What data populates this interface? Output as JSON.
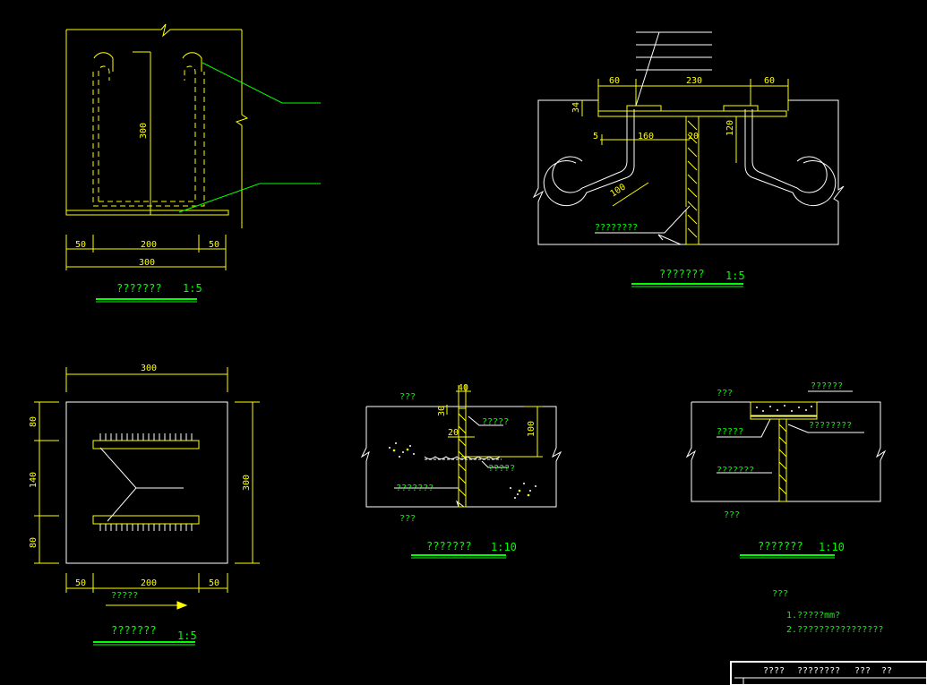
{
  "colors": {
    "bg": "#000000",
    "yellow": "#ffff00",
    "green": "#00ff00",
    "white": "#ffffff"
  },
  "view1": {
    "dims": {
      "d300_vert": "300",
      "d50a": "50",
      "d200": "200",
      "d50b": "50",
      "d300": "300"
    },
    "title": "???????",
    "scale": "1:5"
  },
  "view2": {
    "dims": {
      "d60a": "60",
      "d230": "230",
      "d60b": "60",
      "d34": "34",
      "d5": "5",
      "d160": "160",
      "d20": "20",
      "d120": "120",
      "d100": "100"
    },
    "label": "????????",
    "title": "???????",
    "scale": "1:5"
  },
  "view3": {
    "dims": {
      "d300_top": "300",
      "d80a": "80",
      "d140": "140",
      "d80b": "80",
      "d300_right": "300",
      "d50a": "50",
      "d200": "200",
      "d50b": "50"
    },
    "arrow_label": "?????",
    "title": "???????",
    "scale": "1:5"
  },
  "view4": {
    "dims": {
      "d40": "40",
      "d30": "30",
      "d20": "20",
      "d100": "100"
    },
    "labels": {
      "top_left": "???",
      "l1": "?????",
      "l2": "?????",
      "l3": "???????",
      "bottom_left": "???"
    },
    "title": "???????",
    "scale": "1:10"
  },
  "view5": {
    "labels": {
      "top_left": "???",
      "l1": "??????",
      "l2": "?????",
      "l3": "????????",
      "l4": "???????",
      "bottom_left": "???"
    },
    "title": "???????",
    "scale": "1:10"
  },
  "notes": {
    "heading": "???",
    "line1": "1.?????mm?",
    "line2": "2.????????????????"
  },
  "title_block": {
    "row": [
      "????",
      "????????",
      "???",
      "??"
    ]
  }
}
